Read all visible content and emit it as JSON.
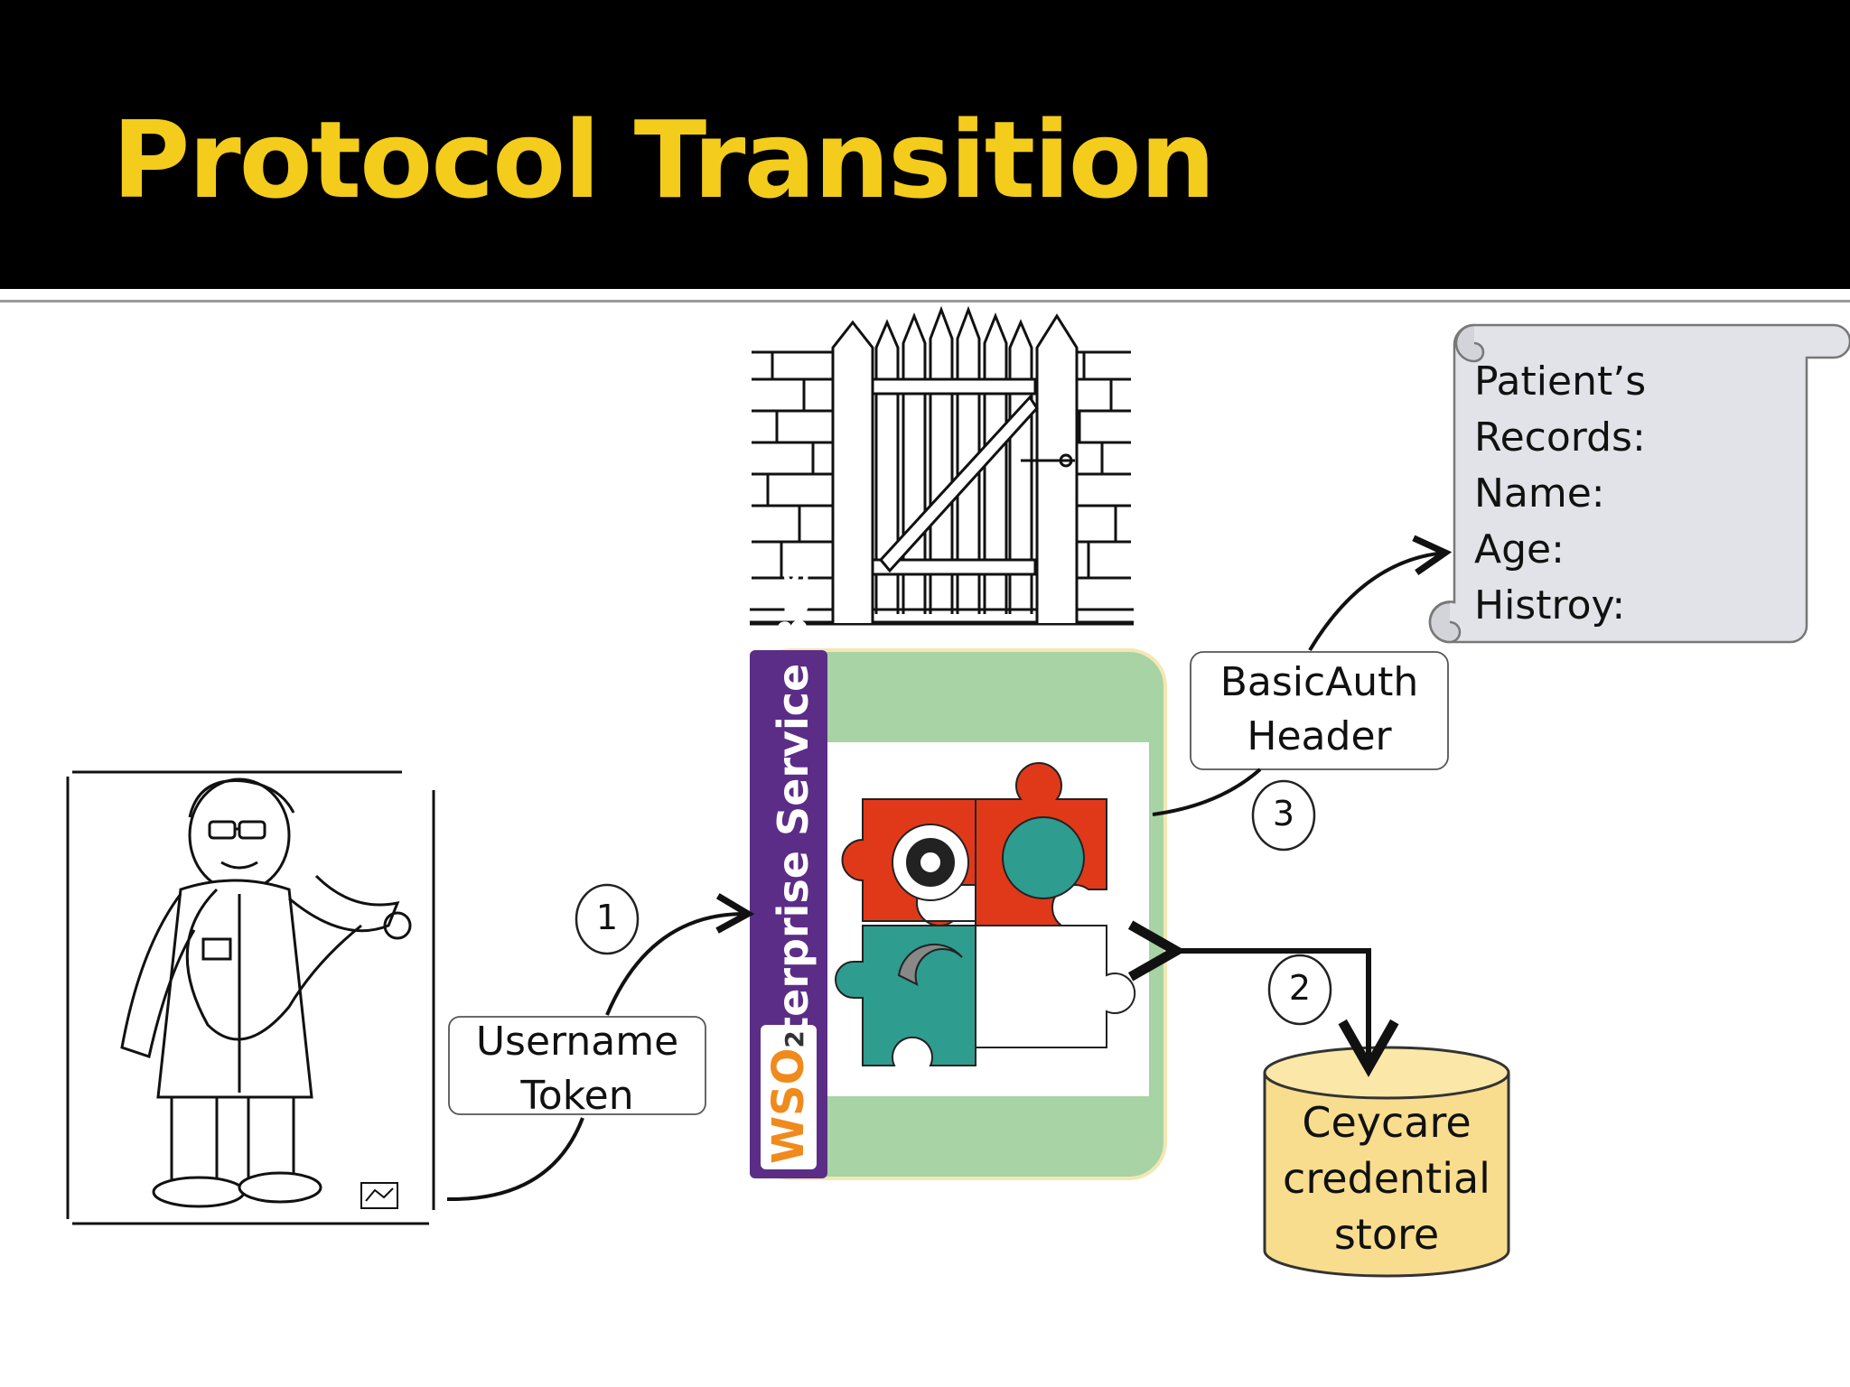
{
  "slide": {
    "title": "Protocol Transition"
  },
  "steps": {
    "one": "1",
    "two": "2",
    "three": "3"
  },
  "username_token": {
    "line1": "Username",
    "line2": "Token"
  },
  "basic_auth": {
    "line1": "BasicAuth",
    "line2": "Header"
  },
  "esb": {
    "label": "Enterprise Service Bus",
    "logo": "WSO",
    "logo_sub": "2"
  },
  "credential_store": {
    "line1": "Ceycare",
    "line2": "credential",
    "line3": "store"
  },
  "records": {
    "line1": "Patient’s",
    "line2": "Records:",
    "line3": "Name:",
    "line4": "Age:",
    "line5": "Histroy:"
  },
  "colors": {
    "title": "#f4cc1b",
    "esb_green": "#a8d3a4",
    "esb_purple": "#5b2d87",
    "store_fill": "#f8dd8f",
    "scroll_fill": "#e2e3e8",
    "puzzle_red": "#e0391a",
    "puzzle_teal": "#2e9c8e"
  }
}
